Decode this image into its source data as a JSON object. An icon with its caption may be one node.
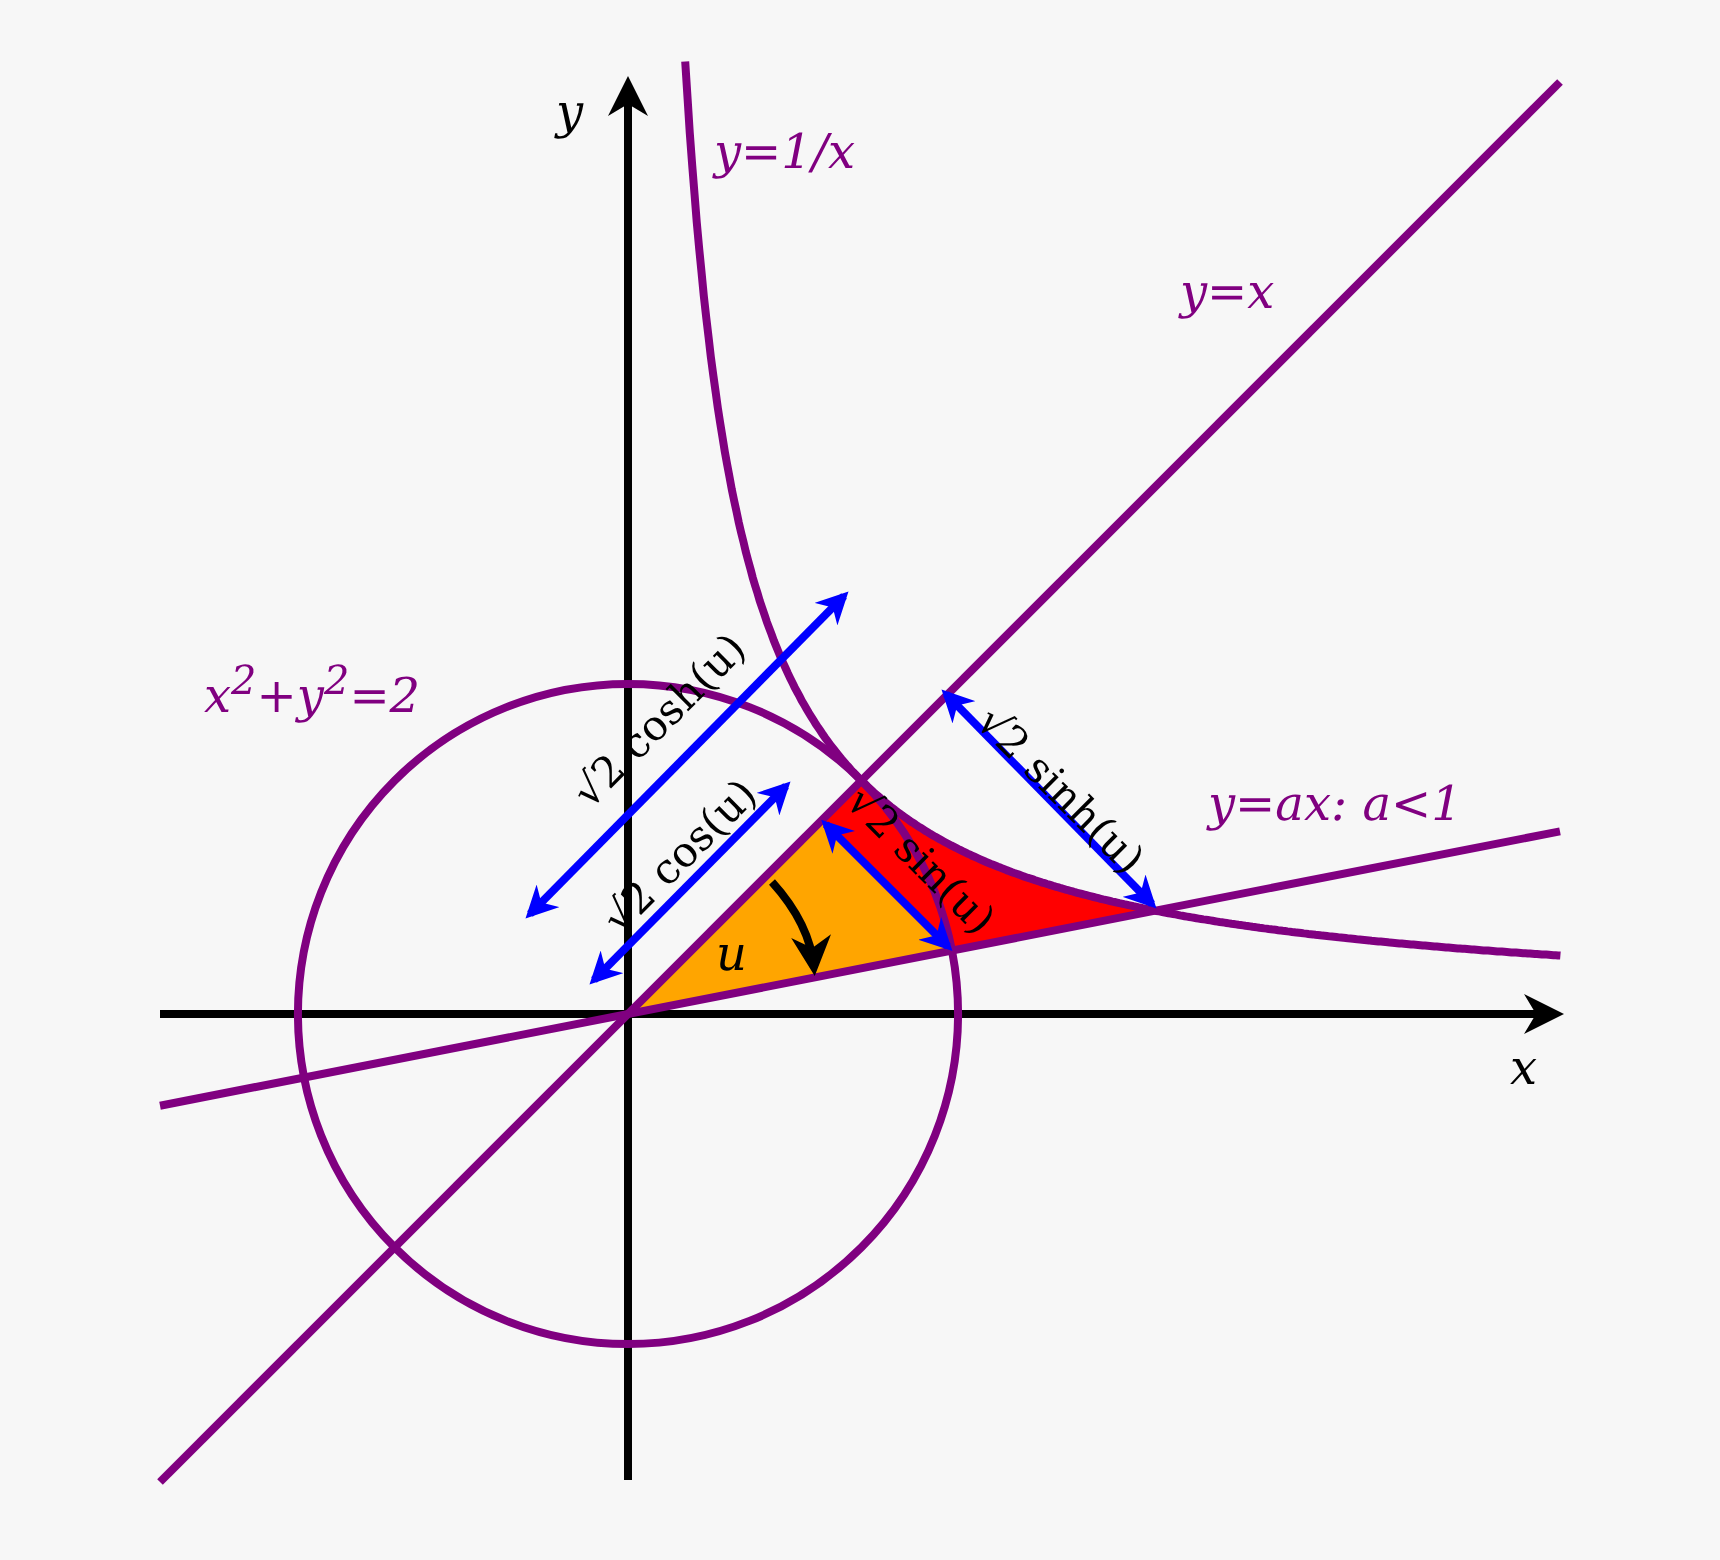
{
  "diagram": {
    "labels": [
      "y",
      "y=1/x",
      "y=x",
      "x$^{2}$+y$^{2}$=2",
      "√2 cosh(u)",
      "√2 sinh(u)",
      "y=ax: a<1",
      "√2 cos(u)",
      "√2 sin(u)",
      "u",
      "x"
    ]
  }
}
